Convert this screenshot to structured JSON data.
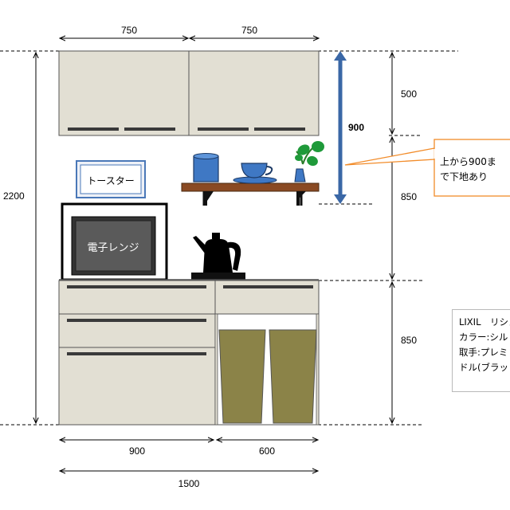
{
  "dimensions": {
    "top_left_width": "750",
    "top_right_width": "750",
    "total_height": "2200",
    "wall_cabinet_height": "500",
    "middle_height": "850",
    "base_height": "850",
    "backing_height": "900",
    "base_left_width": "900",
    "base_right_width": "600",
    "total_width": "1500"
  },
  "labels": {
    "toaster": "トースター",
    "microwave": "電子レンジ"
  },
  "callout": {
    "line1": "上から900ま",
    "line2": "で下地あり"
  },
  "spec": {
    "line1": "LIXIL　リシェ",
    "line2": "カラー:シル",
    "line3": "取手:プレミ",
    "line4": "ドル(ブラッ"
  },
  "colors": {
    "cabinet": "#e2dfd3",
    "shelf": "#8a4a23",
    "bins": "#8b8348",
    "cups": "#3f78c4",
    "backing_arrow": "#3a67a6",
    "callout_border": "#f28c2a"
  }
}
